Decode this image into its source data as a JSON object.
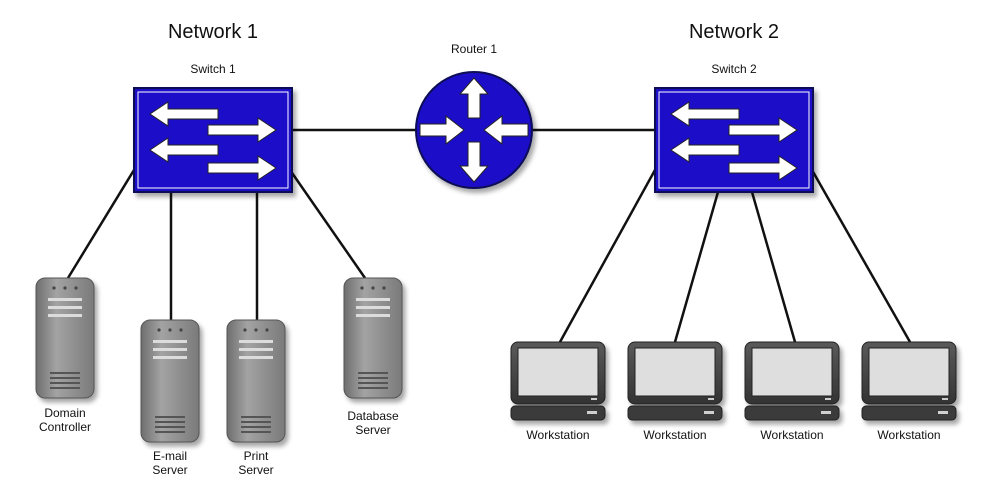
{
  "networks": [
    {
      "title": "Network 1"
    },
    {
      "title": "Network 2"
    }
  ],
  "router": {
    "label": "Router 1"
  },
  "switches": [
    {
      "label": "Switch 1"
    },
    {
      "label": "Switch 2"
    }
  ],
  "servers": [
    {
      "line1": "Domain",
      "line2": "Controller"
    },
    {
      "line1": "E-mail",
      "line2": "Server"
    },
    {
      "line1": "Print",
      "line2": "Server"
    },
    {
      "line1": "Database",
      "line2": "Server"
    }
  ],
  "workstations": [
    {
      "label": "Workstation"
    },
    {
      "label": "Workstation"
    },
    {
      "label": "Workstation"
    },
    {
      "label": "Workstation"
    }
  ],
  "colors": {
    "device_blue": "#1f10c8",
    "cable": "#111111",
    "server_gray": "#8f8f8f",
    "monitor_dark": "#4a4a4a",
    "screen": "#dedede"
  }
}
